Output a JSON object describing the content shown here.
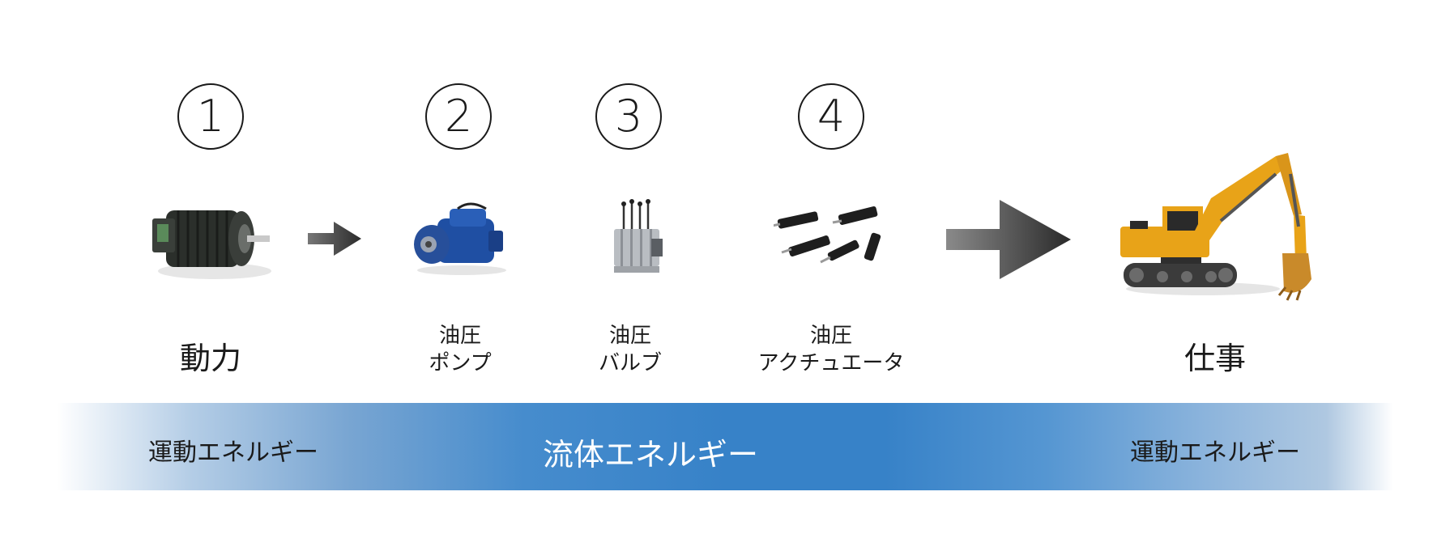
{
  "steps": [
    {
      "number": "1",
      "label": "動力"
    },
    {
      "number": "2",
      "label_line1": "油圧",
      "label_line2": "ポンプ"
    },
    {
      "number": "3",
      "label_line1": "油圧",
      "label_line2": "バルブ"
    },
    {
      "number": "4",
      "label_line1": "油圧",
      "label_line2": "アクチュエータ"
    }
  ],
  "result": {
    "label": "仕事"
  },
  "energy_band": {
    "left": "運動エネルギー",
    "center": "流体エネルギー",
    "right": "運動エネルギー"
  },
  "colors": {
    "band_blue": "#3a84c8",
    "arrow_dark": "#333333",
    "pump_blue": "#1f4fa3",
    "excavator_yellow": "#e8a318"
  },
  "icons": [
    "electric-motor-icon",
    "hydraulic-pump-icon",
    "hydraulic-valve-icon",
    "hydraulic-cylinders-icon",
    "excavator-icon",
    "small-arrow-icon",
    "large-arrow-icon"
  ]
}
